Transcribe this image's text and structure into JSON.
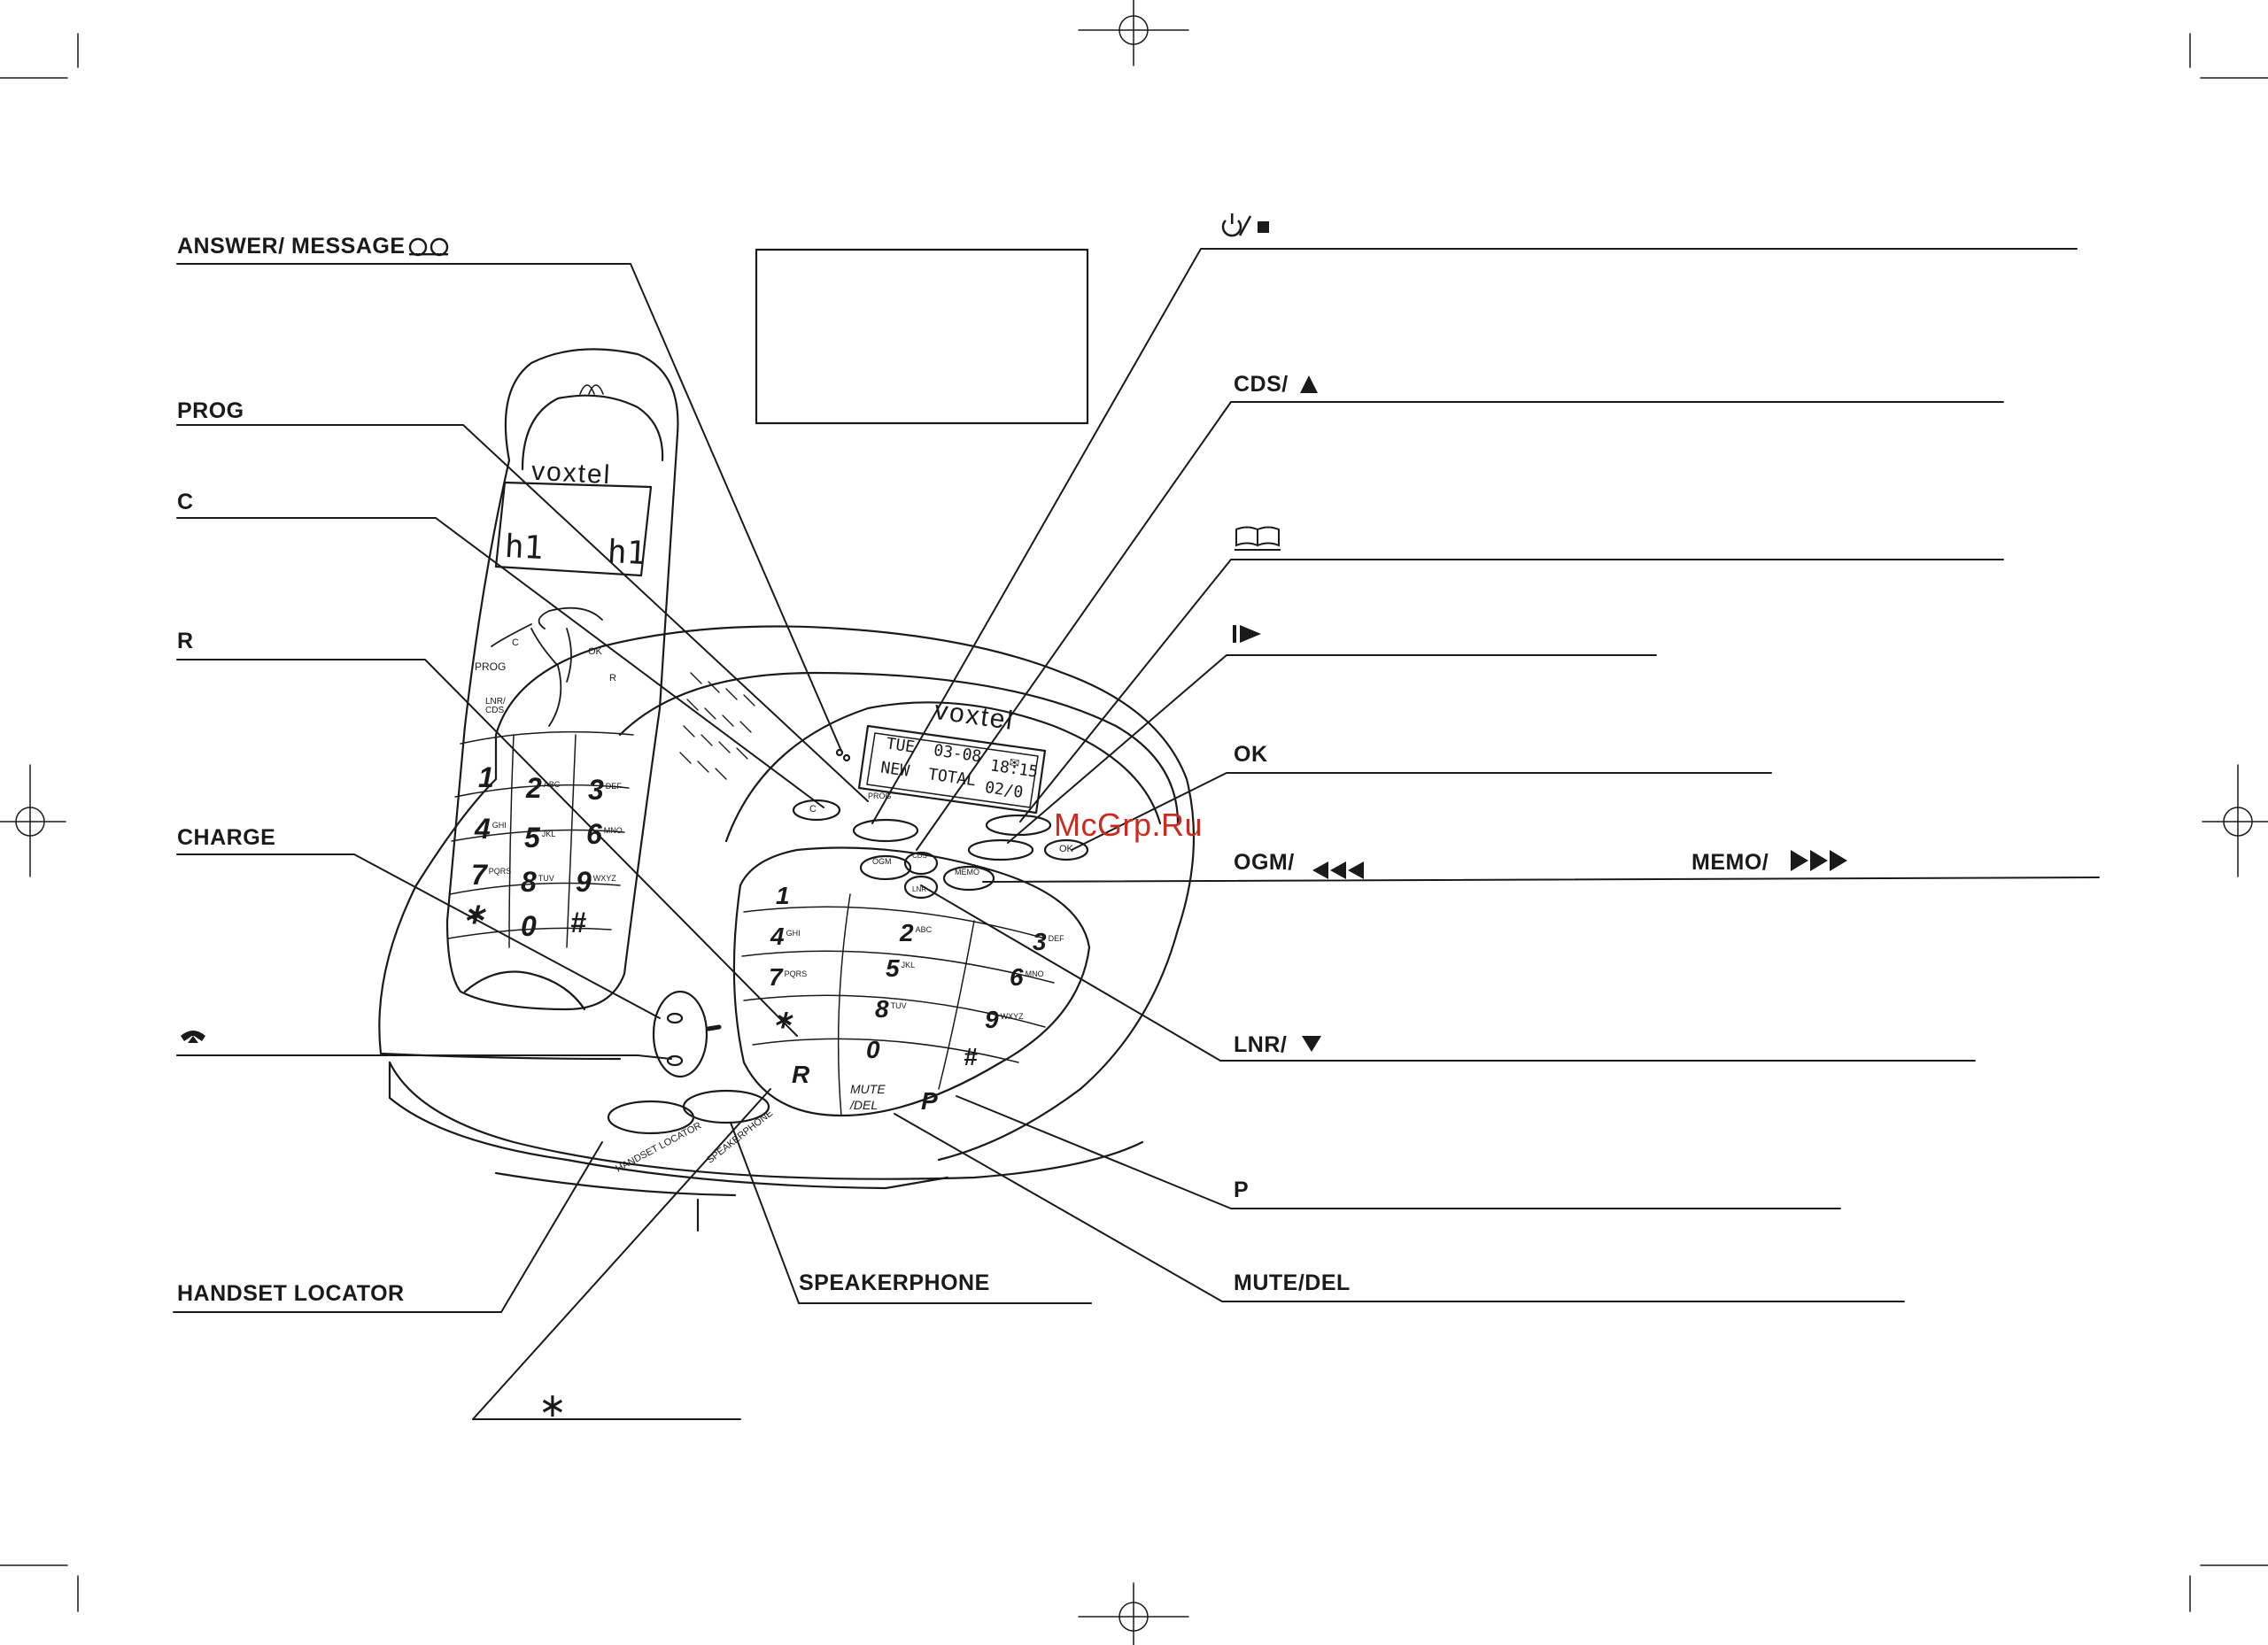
{
  "callouts": {
    "answer_message": "ANSWER/ MESSAGE",
    "prog": "PROG",
    "c": "C",
    "r": "R",
    "charge": "CHARGE",
    "handset_locator": "HANDSET LOCATOR",
    "speakerphone": "SPEAKERPHONE",
    "cds": "CDS/",
    "ok": "OK",
    "ogm": "OGM/",
    "memo": "MEMO/",
    "lnr": "LNR/",
    "p": "P",
    "mute_del": "MUTE/DEL",
    "star": "∗",
    "phonebook": "📖"
  },
  "icons": {
    "answer_message": "tape-loop-icon",
    "power_stop": "power-stop-icon",
    "cds": "triangle-up-icon",
    "phonebook": "book-icon",
    "play": "play-icon",
    "ogm": "rewind-icon",
    "memo": "fast-forward-icon",
    "lnr": "triangle-down-icon",
    "hangup": "hangup-icon",
    "star": "asterisk-icon"
  },
  "handset": {
    "brand": "voxtel",
    "display_left": "h1",
    "display_right": "h1",
    "keys": [
      {
        "digit": "1",
        "letters": ""
      },
      {
        "digit": "2",
        "letters": "ABC"
      },
      {
        "digit": "3",
        "letters": "DEF"
      },
      {
        "digit": "4",
        "letters": "GHI"
      },
      {
        "digit": "5",
        "letters": "JKL"
      },
      {
        "digit": "6",
        "letters": "MNO"
      },
      {
        "digit": "7",
        "letters": "PQRS"
      },
      {
        "digit": "8",
        "letters": "TUV"
      },
      {
        "digit": "9",
        "letters": "WXYZ"
      },
      {
        "digit": "∗",
        "letters": ""
      },
      {
        "digit": "0",
        "letters": ""
      },
      {
        "digit": "#",
        "letters": ""
      }
    ],
    "soft_keys": {
      "prog": "PROG",
      "lnr_cds": "LNR/ CDS",
      "ok": "OK",
      "r": "R",
      "c": "C"
    }
  },
  "base": {
    "brand": "voxtel",
    "display_line1": "TUE  03-08   ✉",
    "display_line1_time": "18:15",
    "display_line2": "NEW  TOTAL",
    "display_line2_count": "02/0",
    "keys": [
      {
        "digit": "1",
        "letters": ""
      },
      {
        "digit": "2",
        "letters": "ABC"
      },
      {
        "digit": "3",
        "letters": "DEF"
      },
      {
        "digit": "4",
        "letters": "GHI"
      },
      {
        "digit": "5",
        "letters": "JKL"
      },
      {
        "digit": "6",
        "letters": "MNO"
      },
      {
        "digit": "7",
        "letters": "PQRS"
      },
      {
        "digit": "8",
        "letters": "TUV"
      },
      {
        "digit": "9",
        "letters": "WXYZ"
      },
      {
        "digit": "∗",
        "letters": ""
      },
      {
        "digit": "0",
        "letters": ""
      },
      {
        "digit": "#",
        "letters": ""
      }
    ],
    "btn_ok": "OK",
    "btn_ogm": "OGM",
    "btn_memo": "MEMO",
    "btn_cds": "CDS",
    "btn_lnr": "LNR",
    "btn_r": "R",
    "btn_p": "P",
    "btn_mute": "MUTE",
    "btn_del": "/DEL",
    "btn_c": "C",
    "btn_prog": "PROG",
    "handset_locator_label": "HANDSET LOCATOR",
    "speakerphone_label": "SPEAKERPHONE"
  },
  "watermark": "McGrp.Ru",
  "colors": {
    "line": "#1a1a1a",
    "watermark": "#cc2a1e"
  }
}
